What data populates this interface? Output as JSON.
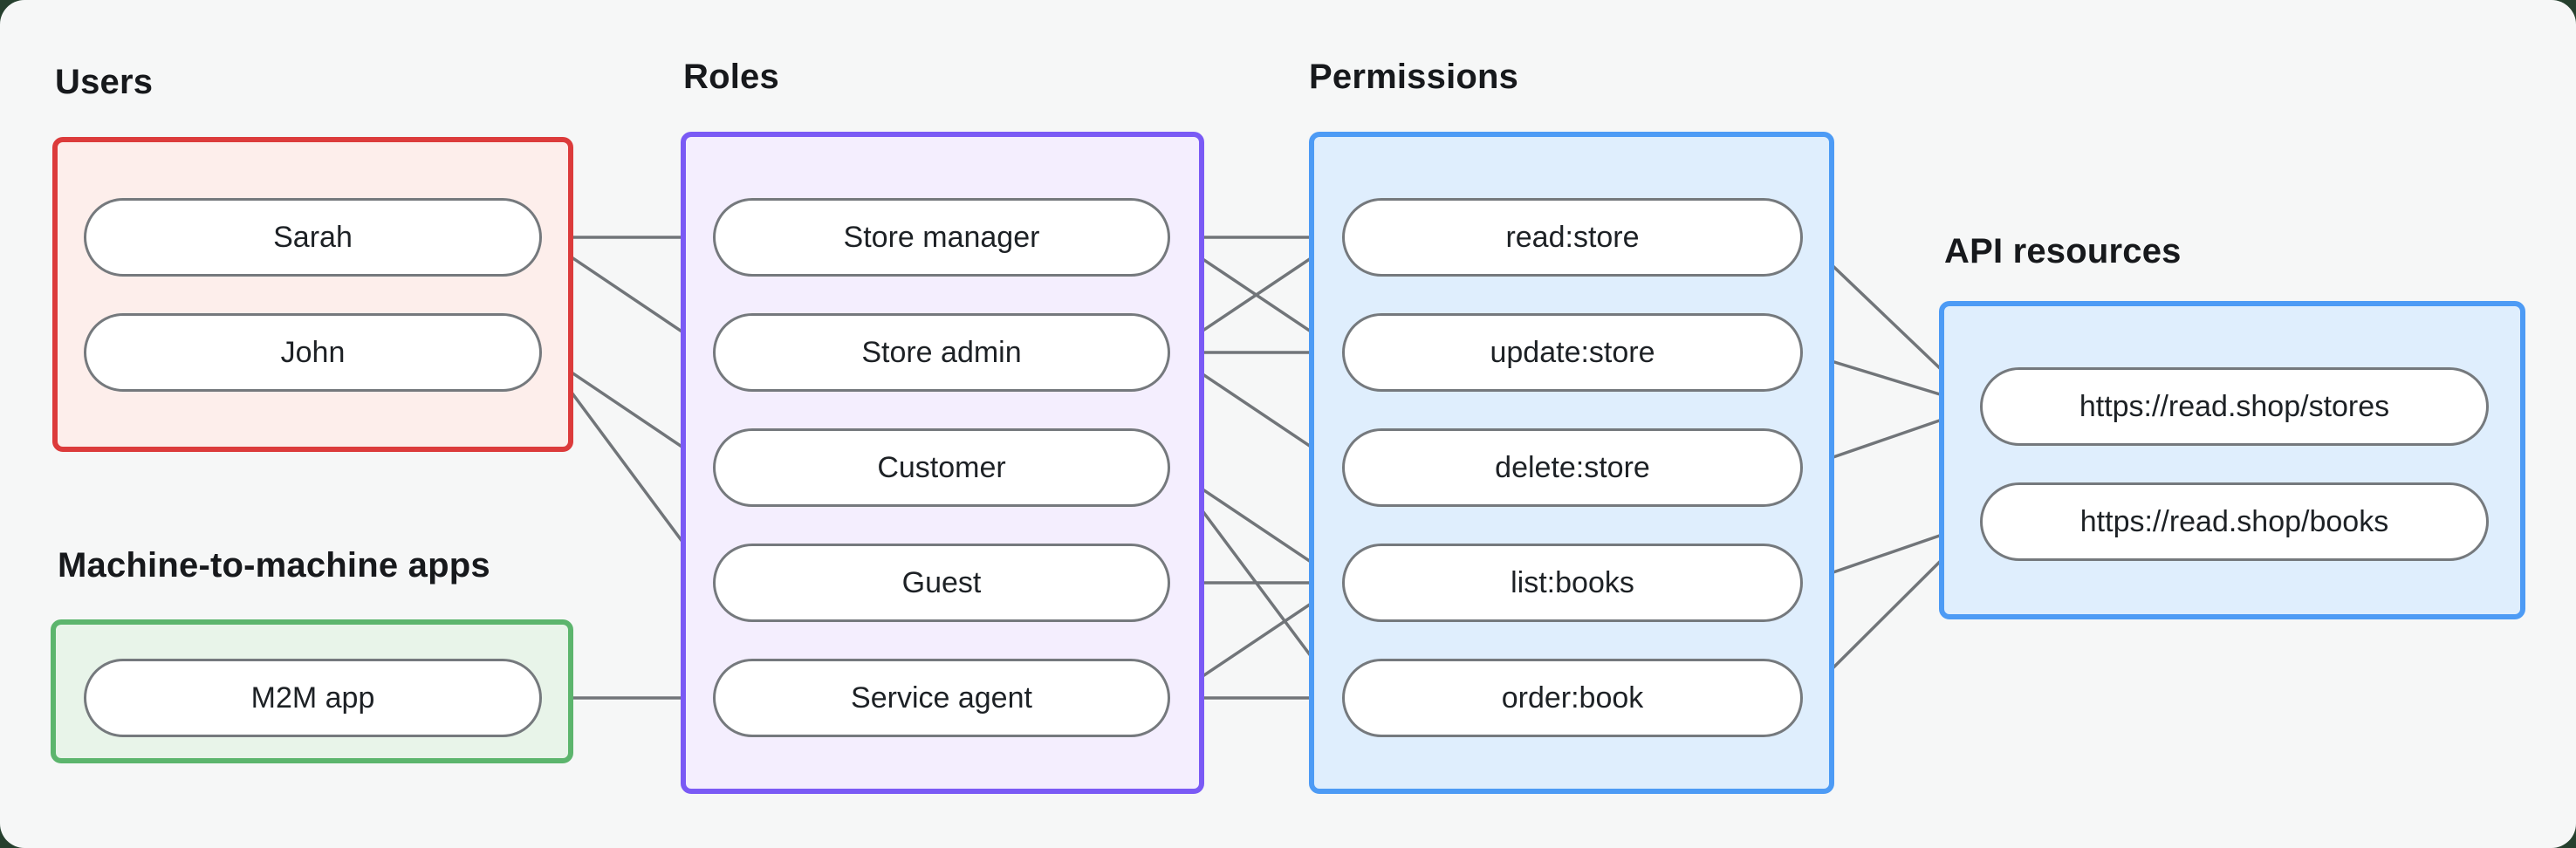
{
  "diagram_title": "",
  "style": {
    "canvas_bg": "#f6f7f7",
    "window_corner_bg": "#26402e",
    "line_color": "#717579",
    "dot_color": "#5d6165",
    "pill_fill": "#ffffff",
    "pill_border": "#75797d",
    "pill_text": "#1d2125",
    "label_color": "#17191c"
  },
  "groups": {
    "users": {
      "label": "Users",
      "border": "#dc3b3b",
      "fill": "#fdeeeb",
      "nodes": [
        "Sarah",
        "John"
      ]
    },
    "m2m": {
      "label": "Machine-to-machine apps",
      "border": "#5cb56d",
      "fill": "#e8f4e9",
      "nodes": [
        "M2M app"
      ]
    },
    "roles": {
      "label": "Roles",
      "border": "#7a5af5",
      "fill": "#f4eefe",
      "nodes": [
        "Store manager",
        "Store admin",
        "Customer",
        "Guest",
        "Service agent"
      ]
    },
    "permissions": {
      "label": "Permissions",
      "border": "#4d9bf5",
      "fill": "#dfeefd",
      "nodes": [
        "read:store",
        "update:store",
        "delete:store",
        "list:books",
        "order:book"
      ]
    },
    "api": {
      "label": "API resources",
      "border": "#4d9bf5",
      "fill": "#dfeefd",
      "nodes": [
        "https://read.shop/stores",
        "https://read.shop/books"
      ]
    }
  },
  "edges": [
    [
      "Sarah",
      "Store manager"
    ],
    [
      "Sarah",
      "Store admin"
    ],
    [
      "John",
      "Customer"
    ],
    [
      "John",
      "Guest"
    ],
    [
      "M2M app",
      "Service agent"
    ],
    [
      "Store manager",
      "read:store"
    ],
    [
      "Store manager",
      "update:store"
    ],
    [
      "Store admin",
      "read:store"
    ],
    [
      "Store admin",
      "update:store"
    ],
    [
      "Store admin",
      "delete:store"
    ],
    [
      "Customer",
      "list:books"
    ],
    [
      "Customer",
      "order:book"
    ],
    [
      "Guest",
      "list:books"
    ],
    [
      "Service agent",
      "list:books"
    ],
    [
      "Service agent",
      "order:book"
    ]
  ],
  "edges_to_api": [
    [
      "read:store",
      "https://read.shop/stores"
    ],
    [
      "update:store",
      "https://read.shop/stores"
    ],
    [
      "delete:store",
      "https://read.shop/stores"
    ],
    [
      "list:books",
      "https://read.shop/books"
    ],
    [
      "order:book",
      "https://read.shop/books"
    ]
  ]
}
